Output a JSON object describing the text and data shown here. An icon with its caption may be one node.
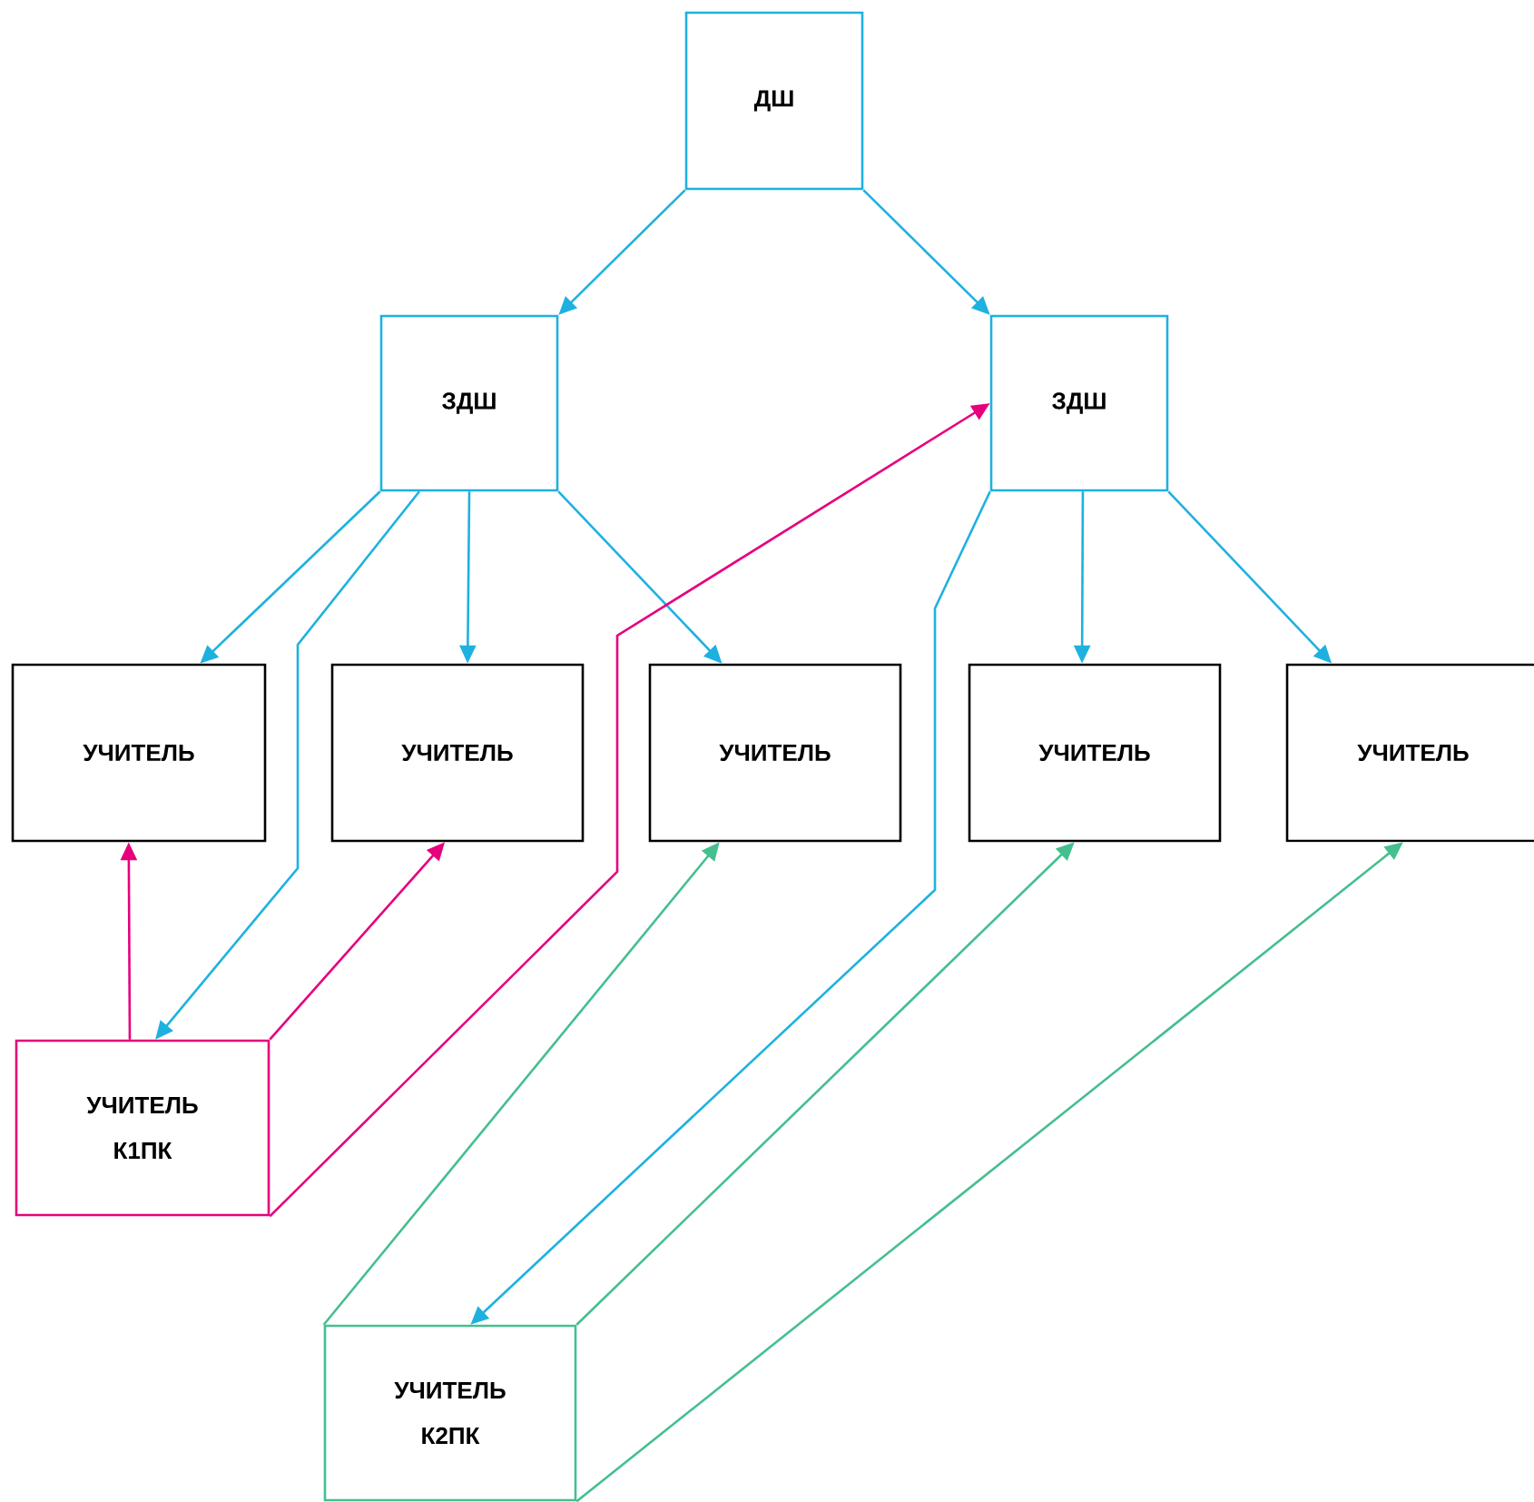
{
  "diagram": {
    "nodes": [
      {
        "text": [
          "ДШ"
        ]
      },
      {
        "text": [
          "ЗДШ"
        ]
      },
      {
        "text": [
          "ЗДШ"
        ]
      },
      {
        "text": [
          "УЧИТЕЛЬ"
        ]
      },
      {
        "text": [
          "УЧИТЕЛЬ"
        ]
      },
      {
        "text": [
          "УЧИТЕЛЬ"
        ]
      },
      {
        "text": [
          "УЧИТЕЛЬ"
        ]
      },
      {
        "text": [
          "УЧИТЕЛЬ"
        ]
      },
      {
        "text": [
          "УЧИТЕЛЬ К1ПК"
        ]
      },
      {
        "text": [
          "УЧИТЕЛЬ К2ПК"
        ]
      }
    ],
    "edges": [
      {
        "from": 0,
        "to": 1,
        "arrow": "to"
      },
      {
        "from": 0,
        "to": 2,
        "arrow": "to"
      },
      {
        "from": 1,
        "to": 3,
        "arrow": "to"
      },
      {
        "from": 1,
        "to": 4,
        "arrow": "to"
      },
      {
        "from": 1,
        "to": 5,
        "arrow": "to"
      },
      {
        "from": 1,
        "to": 8,
        "arrow": "to"
      },
      {
        "from": 2,
        "to": 6,
        "arrow": "to"
      },
      {
        "from": 2,
        "to": 7,
        "arrow": "to"
      },
      {
        "from": 2,
        "to": 9,
        "arrow": "to"
      },
      {
        "from": 8,
        "to": 3,
        "arrow": "to",
        "color": "#e6007e"
      },
      {
        "from": 8,
        "to": 4,
        "arrow": "to",
        "color": "#e6007e"
      },
      {
        "from": 8,
        "to": 2,
        "arrow": "to",
        "color": "#e6007e"
      },
      {
        "from": 9,
        "to": 5,
        "arrow": "to",
        "color": "#45bf8f"
      },
      {
        "from": 9,
        "to": 6,
        "arrow": "to",
        "color": "#45bf8f"
      },
      {
        "from": 9,
        "to": 7,
        "arrow": "to",
        "color": "#45bf8f"
      }
    ]
  }
}
